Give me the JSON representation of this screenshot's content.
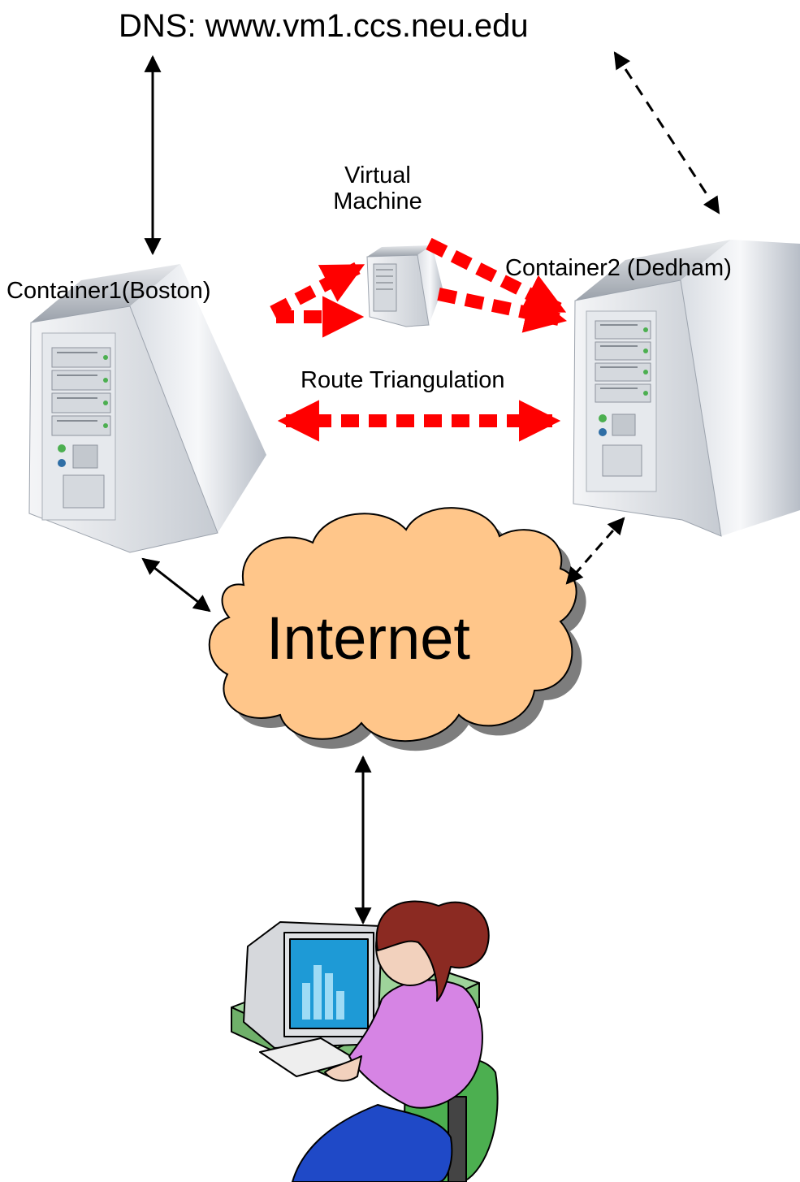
{
  "dns_label": "DNS: www.vm1.ccs.neu.edu",
  "vm_label_line1": "Virtual",
  "vm_label_line2": "Machine",
  "container1_label": "Container1(Boston)",
  "container2_label": "Container2 (Dedham)",
  "route_label": "Route Triangulation",
  "internet_label": "Internet",
  "colors": {
    "migration_arrow": "#ff0000",
    "cloud_fill": "#ffc68a",
    "server_body": "#c9ced6",
    "link_arrow": "#000000"
  },
  "icons": [
    "server-icon",
    "virtual-machine-icon",
    "cloud-icon",
    "user-at-computer-icon"
  ]
}
